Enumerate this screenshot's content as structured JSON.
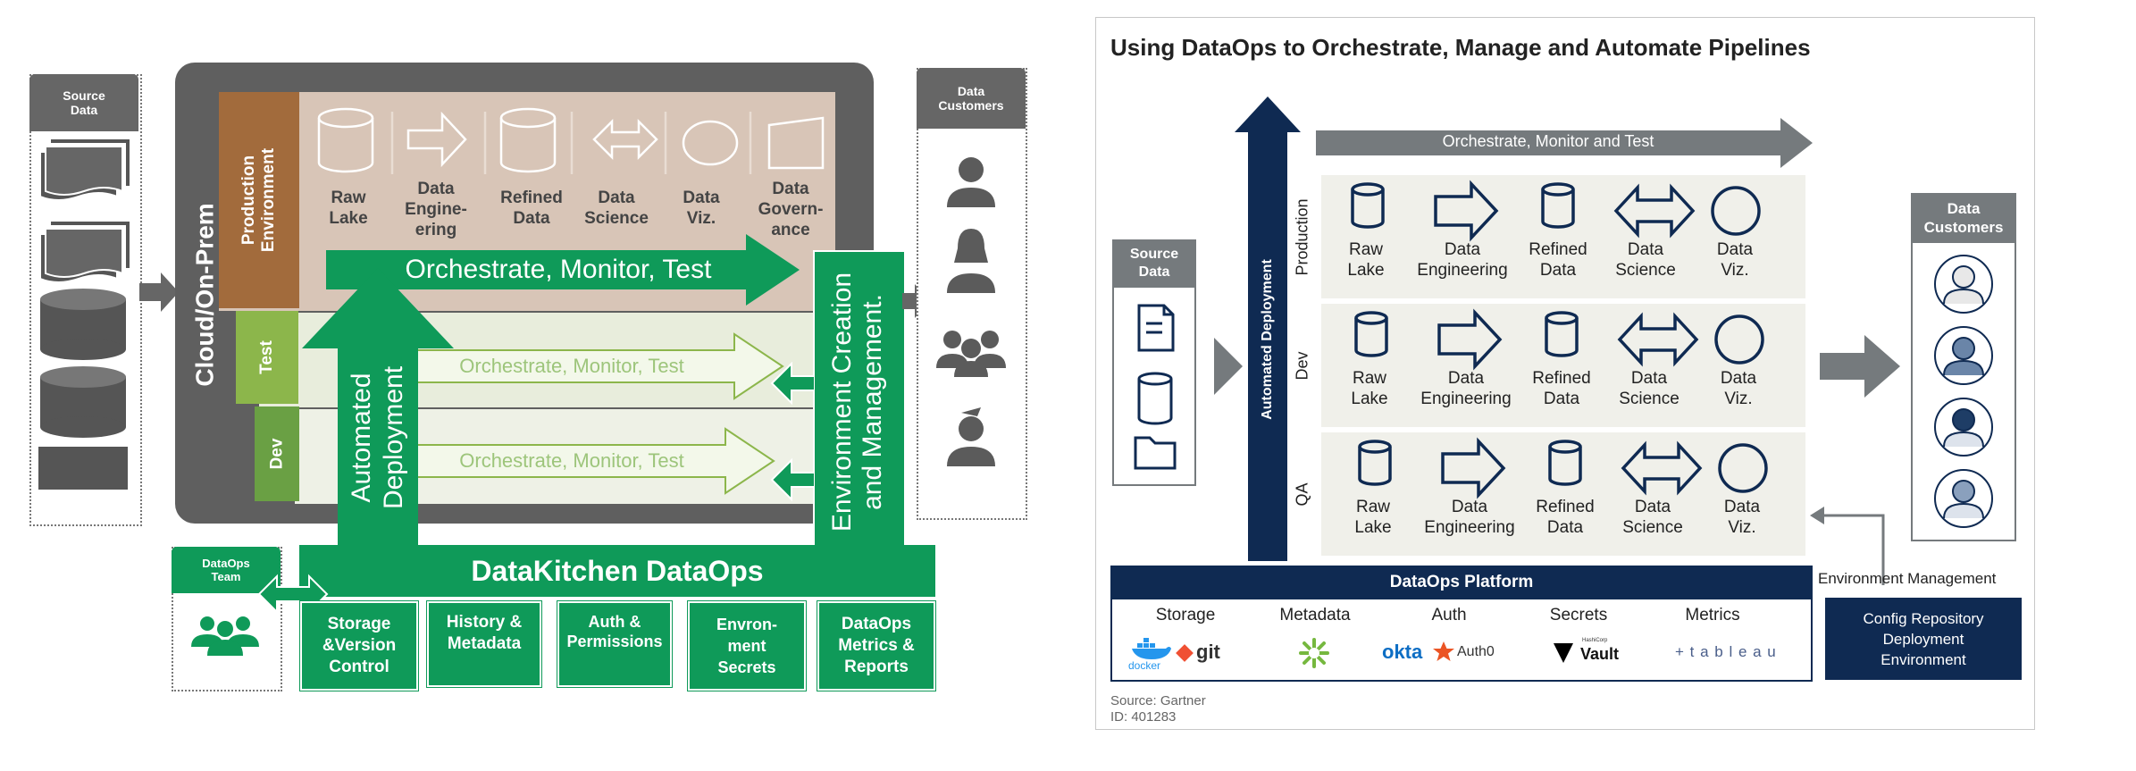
{
  "left": {
    "source": {
      "title": "Source\nData"
    },
    "cloud": {
      "label": "Cloud/On-Prem"
    },
    "envs": {
      "production": "Production\nEnvironment",
      "test": "Test",
      "dev": "Dev"
    },
    "stages": [
      "Raw\nLake",
      "Data\nEngine-\nering",
      "Refined\nData",
      "Data\nScience",
      "Data\nViz.",
      "Data\nGovern-\nance"
    ],
    "orch_prod": "Orchestrate, Monitor, Test",
    "orch_test": "Orchestrate, Monitor, Test",
    "orch_dev": "Orchestrate, Monitor, Test",
    "auto_deploy": "Automated\nDeployment",
    "env_mgmt": "Environment Creation\nand Management.",
    "platform": "DataKitchen DataOps",
    "team": "DataOps\nTeam",
    "customers": "Data\nCustomers",
    "modules": [
      "Storage\n&Version\nControl",
      "History &\nMetadata",
      "Auth &\nPermissions",
      "Envron-\nment\nSecrets",
      "DataOps\nMetrics &\nReports"
    ],
    "colors": {
      "green": "#0f9a59",
      "gray": "#616161",
      "brown": "#a26b3c",
      "olive": "#8cb64b"
    }
  },
  "right": {
    "title": "Using DataOps to Orchestrate, Manage and Automate Pipelines",
    "orchestrate": "Orchestrate, Monitor and Test",
    "auto_deploy": "Automated Deployment",
    "source": "Source\nData",
    "customers": "Data\nCustomers",
    "rows": [
      {
        "env": "Production",
        "stages": [
          "Raw\nLake",
          "Data\nEngineering",
          "Refined\nData",
          "Data\nScience",
          "Data\nViz."
        ]
      },
      {
        "env": "Dev",
        "stages": [
          "Raw\nLake",
          "Data\nEngineering",
          "Refined\nData",
          "Data\nScience",
          "Data\nViz."
        ]
      },
      {
        "env": "QA",
        "stages": [
          "Raw\nLake",
          "Data\nEngineering",
          "Refined\nData",
          "Data\nScience",
          "Data\nViz."
        ]
      }
    ],
    "platform": "DataOps Platform",
    "platform_cols": [
      "Storage",
      "Metadata",
      "Auth",
      "Secrets",
      "Metrics"
    ],
    "logos": {
      "docker": "docker",
      "git": "git",
      "okta": "okta",
      "auth0": "Auth0",
      "vault": "Vault",
      "hashicorp": "HashiCorp",
      "tableau": "+ t a b l e a u"
    },
    "env_mgmt": "Environment Management",
    "config": "Config Repository\nDeployment\nEnvironment",
    "source_note": "Source: Gartner",
    "id_note": "ID: 401283",
    "colors": {
      "navy": "#0f2a52",
      "gray": "#757a7d",
      "panel": "#f0f0ea"
    }
  }
}
